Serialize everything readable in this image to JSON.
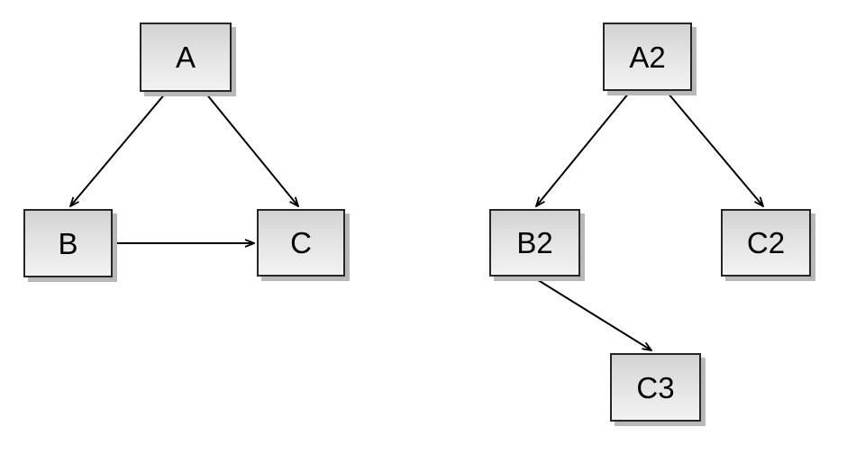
{
  "page": {
    "background_color": "#ffffff"
  },
  "diagram": {
    "type": "directed-graph",
    "style": {
      "node_fill_top": "#d2d2d2",
      "node_fill_bottom": "#f2f2f2",
      "node_border_color": "#262626",
      "node_shadow_color": "#b8b8b8",
      "edge_color": "#000000",
      "label_color": "#000000"
    },
    "graphs": [
      {
        "name": "left-graph",
        "nodes": [
          {
            "id": "A",
            "label": "A"
          },
          {
            "id": "B",
            "label": "B"
          },
          {
            "id": "C",
            "label": "C"
          }
        ],
        "edges": [
          {
            "from": "A",
            "to": "B"
          },
          {
            "from": "A",
            "to": "C"
          },
          {
            "from": "B",
            "to": "C"
          }
        ]
      },
      {
        "name": "right-graph",
        "nodes": [
          {
            "id": "A2",
            "label": "A2"
          },
          {
            "id": "B2",
            "label": "B2"
          },
          {
            "id": "C2",
            "label": "C2"
          },
          {
            "id": "C3",
            "label": "C3"
          }
        ],
        "edges": [
          {
            "from": "A2",
            "to": "B2"
          },
          {
            "from": "A2",
            "to": "C2"
          },
          {
            "from": "B2",
            "to": "C3"
          }
        ]
      }
    ]
  }
}
